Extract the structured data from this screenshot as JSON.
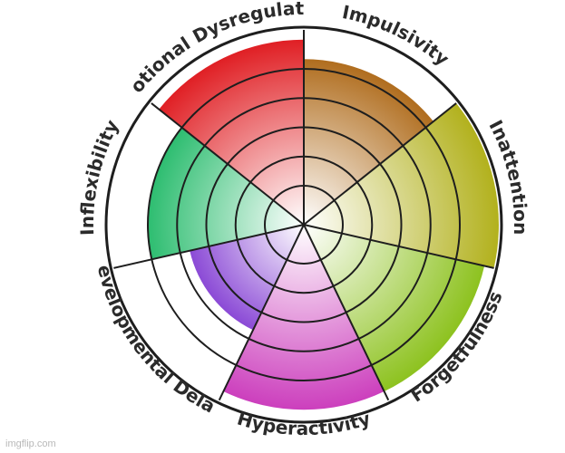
{
  "segments": [
    {
      "key": "impulsivity",
      "label": "Impulsivity",
      "color": "#b06d1e",
      "level": 0.85
    },
    {
      "key": "inattention",
      "label": "Inattention",
      "color": "#b2b11d",
      "level": 1.0
    },
    {
      "key": "forgetfulness",
      "label": "Forgetfulness",
      "color": "#8dc21f",
      "level": 0.95
    },
    {
      "key": "hyperactivity",
      "label": "Hyperactivity",
      "color": "#cc3fbd",
      "level": 0.95
    },
    {
      "key": "developmental-delays",
      "label": "Developmental Delays",
      "color": "#8b4ad6",
      "level": 0.6
    },
    {
      "key": "inflexibility",
      "label": "Inflexibility",
      "color": "#2dbd70",
      "level": 0.8
    },
    {
      "key": "emotional-dysregulation",
      "label": "Emotional Dysregulation",
      "color": "#e01f24",
      "level": 0.95
    }
  ],
  "watermark": "imgflip.com"
}
